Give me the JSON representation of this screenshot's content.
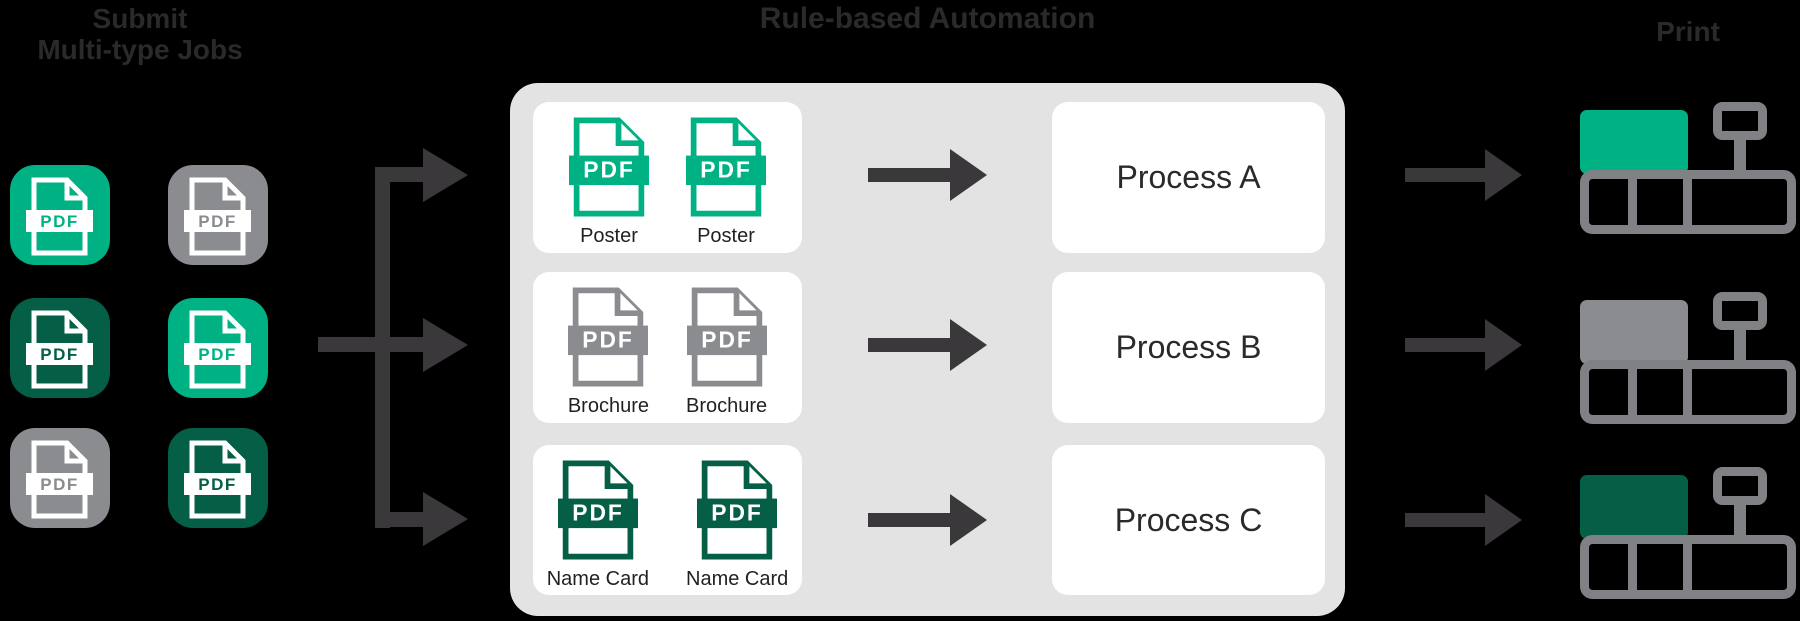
{
  "headings": {
    "submit_line1": "Submit",
    "submit_line2": "Multi-type Jobs",
    "automation": "Rule-based Automation",
    "print": "Print"
  },
  "pdf_badge_text": "PDF",
  "submit_jobs": {
    "tiles": [
      {
        "color": "emerald"
      },
      {
        "color": "gray"
      },
      {
        "color": "dark_green"
      },
      {
        "color": "emerald"
      },
      {
        "color": "gray"
      },
      {
        "color": "dark_green"
      }
    ]
  },
  "automation": {
    "rows": [
      {
        "doc_type": "Poster",
        "color": "emerald",
        "copies": 2,
        "process": "Process A"
      },
      {
        "doc_type": "Brochure",
        "color": "gray",
        "copies": 2,
        "process": "Process B"
      },
      {
        "doc_type": "Name Card",
        "color": "dark_green",
        "copies": 2,
        "process": "Process C"
      }
    ]
  },
  "printers": [
    {
      "paper_color": "emerald"
    },
    {
      "paper_color": "gray"
    },
    {
      "paper_color": "dark_green"
    }
  ],
  "colors": {
    "emerald": "#00B184",
    "dark_green": "#055F46",
    "gray": "#8A8C8F",
    "printer_outline": "#7F8184",
    "arrow": "#3A383A",
    "heading_text": "#2B292A",
    "label_text": "#231F20",
    "panel_bg": "#E3E3E3",
    "card_bg": "#FFFFFF",
    "background": "#000000"
  }
}
